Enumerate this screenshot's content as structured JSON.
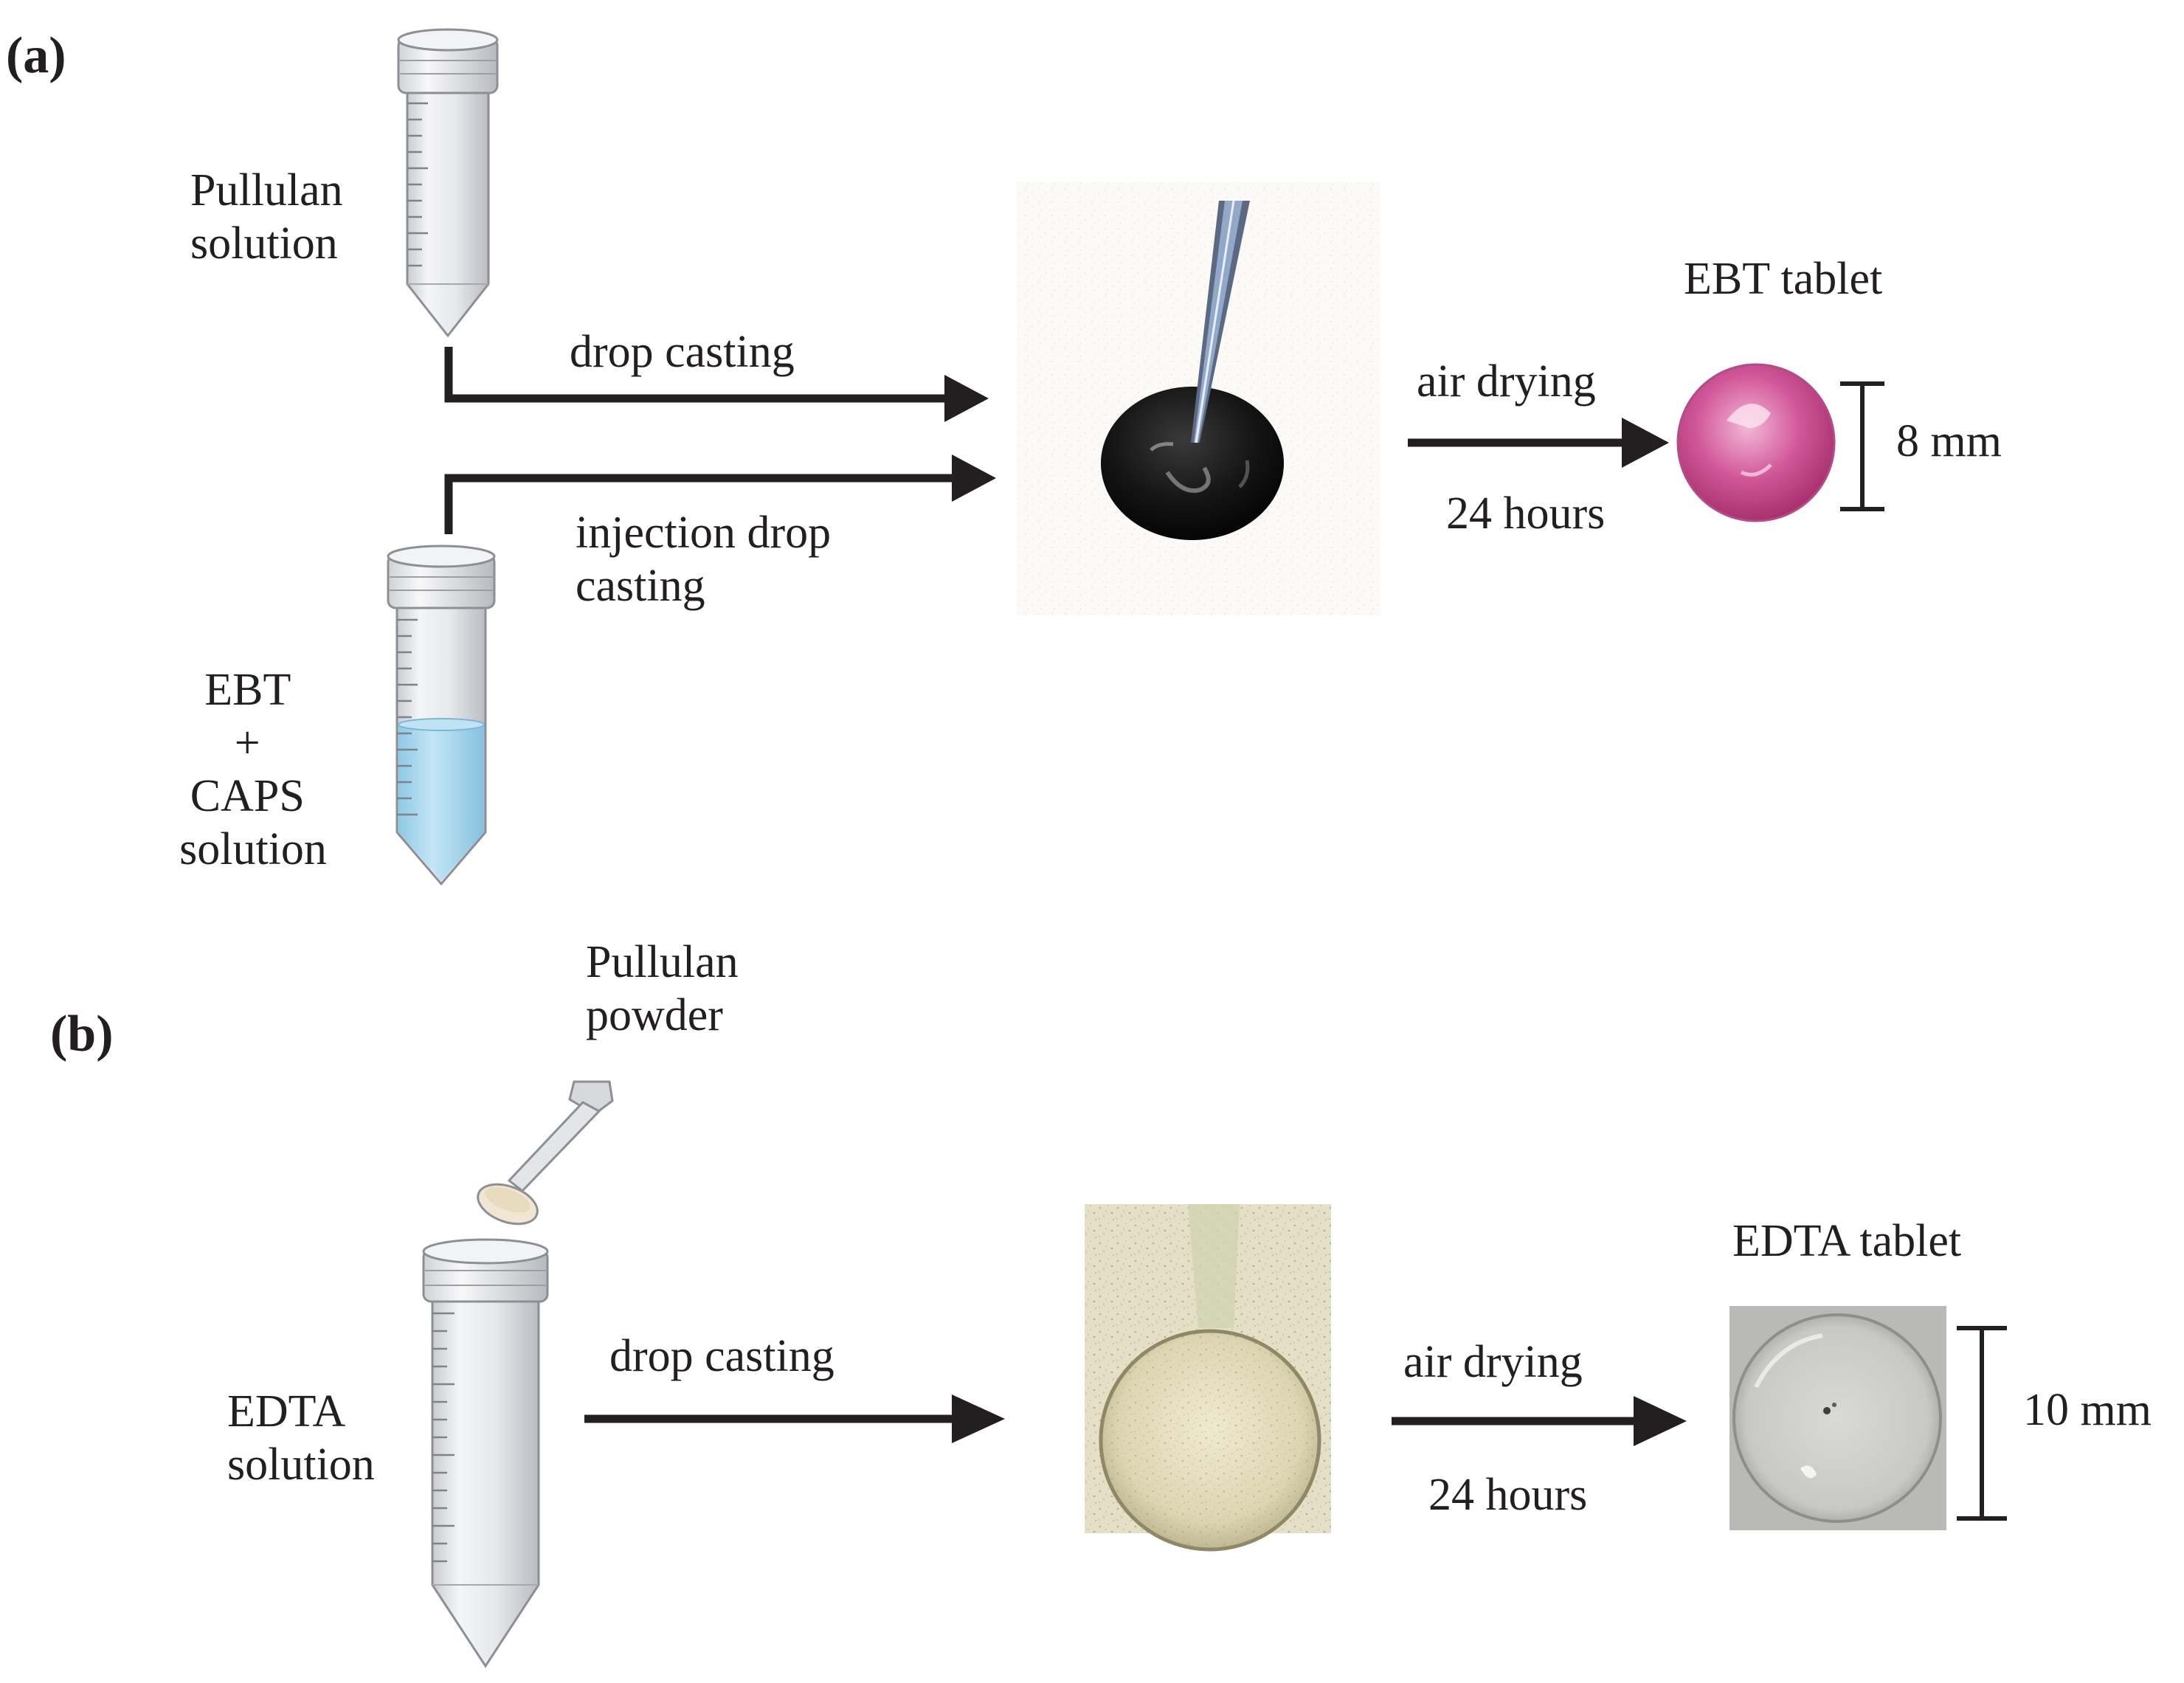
{
  "panel_a": {
    "label": "(a)",
    "pullulan_solution": [
      "Pullulan",
      "solution"
    ],
    "ebt_caps_solution": [
      "EBT",
      "+",
      "CAPS",
      "solution"
    ],
    "drop_casting": "drop casting",
    "injection_drop_casting": [
      "injection drop",
      "casting"
    ],
    "air_drying": "air drying",
    "duration": "24 hours",
    "product": "EBT tablet",
    "size": "8 mm"
  },
  "panel_b": {
    "label": "(b)",
    "pullulan_powder": [
      "Pullulan",
      "powder"
    ],
    "edta_solution": [
      "EDTA",
      "solution"
    ],
    "drop_casting": "drop casting",
    "air_drying": "air drying",
    "duration": "24 hours",
    "product": "EDTA tablet",
    "size": "10 mm"
  },
  "colors": {
    "arrow": "#231f20",
    "ebt_drop": "#141414",
    "ebt_tablet": "#c2407f",
    "ebt_liquid": "#a9d8ee",
    "edta_photo_bg": "#e7e2c9",
    "edta_tablet_bg": "#b9b9b5"
  }
}
